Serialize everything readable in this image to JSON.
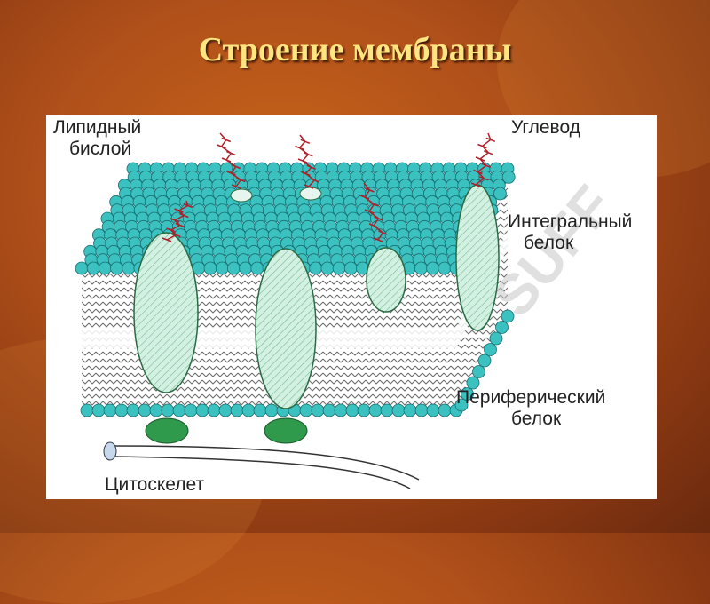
{
  "slide": {
    "title": "Строение мембраны"
  },
  "labels": {
    "lipid_bilayer": [
      "Липидный",
      "бислой"
    ],
    "carbohydrate": "Углевод",
    "integral_protein": [
      "Интегральный",
      "белок"
    ],
    "peripheral_protein": [
      "Периферический",
      "белок"
    ],
    "cytoskeleton": "Цитоскелет"
  },
  "watermark": "SUFF",
  "colors": {
    "title": "#ffe680",
    "head_fill": "#3cc1c1",
    "head_stroke": "#1a6f72",
    "protein_fill": "#cdeedd",
    "peripheral_fill": "#2f9a4c",
    "tail_color": "#555555",
    "carb_color": "#b0202a"
  }
}
